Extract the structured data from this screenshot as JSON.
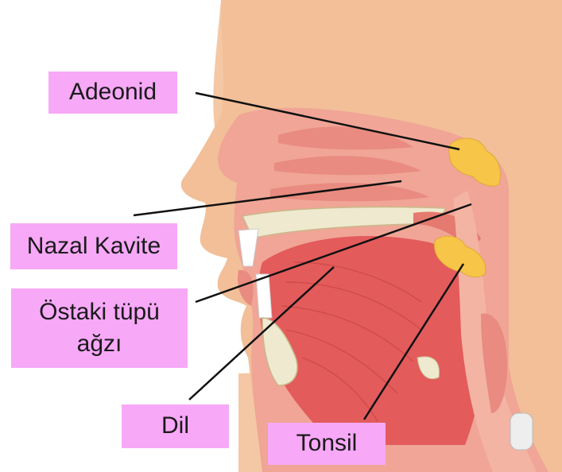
{
  "diagram": {
    "labels": {
      "adenoid": "Adeonid",
      "nasal_cavity": "Nazal Kavite",
      "eustachian_line1": "Östaki tüpü",
      "eustachian_line2": "ağzı",
      "tongue": "Dil",
      "tonsil": "Tonsil"
    },
    "colors": {
      "label_background": "#f7a8f7",
      "skin": "#f2c39c",
      "tissue": "#ec9a8f",
      "tongue": "#e35b5b",
      "gland": "#f7c548",
      "bone": "#efe9cf",
      "leader_line": "#111111"
    }
  }
}
